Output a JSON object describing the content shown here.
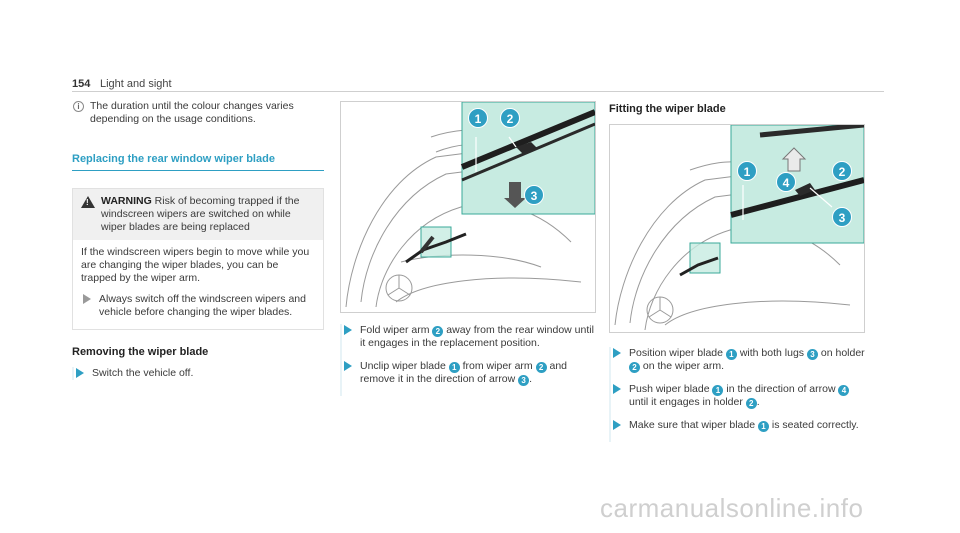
{
  "header": {
    "page_number": "154",
    "section": "Light and sight"
  },
  "note": {
    "icon": "info-icon",
    "text": "The duration until the colour changes varies depending on the usage conditions."
  },
  "replacing": {
    "heading": "Replacing the rear window wiper blade",
    "warning": {
      "title": "WARNING",
      "headline": "Risk of becoming trapped if the windscreen wipers are switched on while wiper blades are being replaced",
      "body": "If the windscreen wipers begin to move while you are changing the wiper blades, you can be trapped by the wiper arm.",
      "step": "Always switch off the windscreen wipers and vehicle before changing the wiper blades."
    }
  },
  "removing": {
    "heading": "Removing the wiper blade",
    "step1": "Switch the vehicle off.",
    "figure_callouts": [
      "1",
      "2",
      "3"
    ],
    "step2": {
      "a": "Fold wiper arm",
      "n": "2",
      "b": "away from the rear window until it engages in the replacement position."
    },
    "step3": {
      "a": "Unclip wiper blade",
      "n1": "1",
      "b": "from wiper arm",
      "n2": "2",
      "c": "and remove it in the direction of arrow",
      "n3": "3",
      "d": "."
    }
  },
  "fitting": {
    "heading": "Fitting the wiper blade",
    "figure_callouts": [
      "1",
      "4",
      "2",
      "3"
    ],
    "step1": {
      "a": "Position wiper blade",
      "n1": "1",
      "b": "with both lugs",
      "n2": "3",
      "c": "on holder",
      "n3": "2",
      "d": "on the wiper arm."
    },
    "step2": {
      "a": "Push wiper blade",
      "n1": "1",
      "b": "in the direction of arrow",
      "n2": "4",
      "c": "until it engages in holder",
      "n3": "2",
      "d": "."
    },
    "step3": {
      "a": "Make sure that wiper blade",
      "n1": "1",
      "b": "is seated correctly."
    }
  },
  "colors": {
    "accent": "#2e9fc3",
    "inset_bg": "#c7ebe1",
    "warning_bg": "#f0f0f0"
  },
  "watermark": "carmanualsonline.info"
}
